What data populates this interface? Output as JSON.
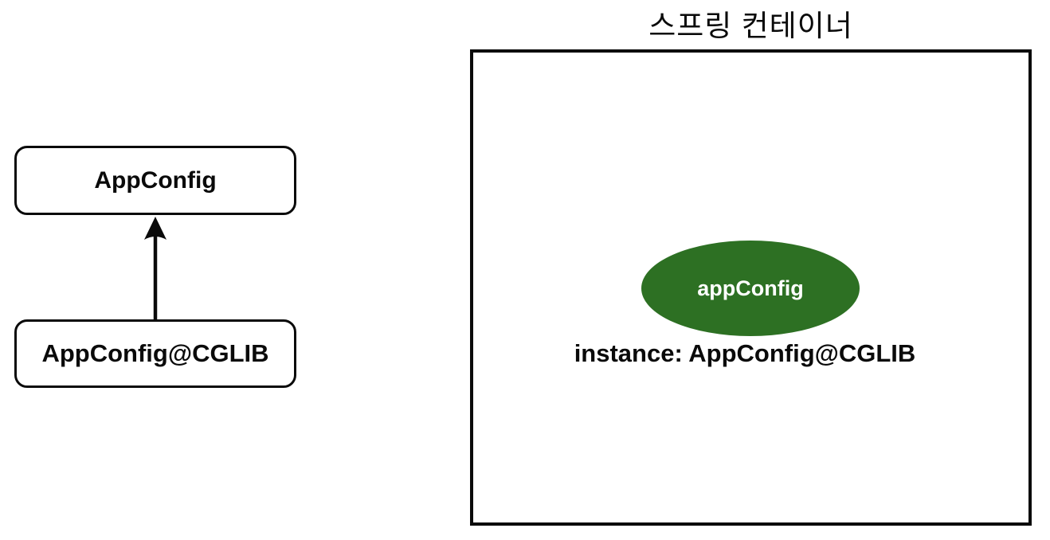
{
  "diagram": {
    "left_hierarchy": {
      "parent_class_label": "AppConfig",
      "child_class_label": "AppConfig@CGLIB",
      "arrow_direction": "up",
      "arrow_meaning": "inheritance-from-child-to-parent"
    },
    "spring_container": {
      "title": "스프링 컨테이너",
      "bean": {
        "name": "appConfig",
        "instance_label": "instance: AppConfig@CGLIB"
      }
    },
    "colors": {
      "bean_fill": "#2d7023",
      "bean_text": "#ffffff",
      "line_and_border": "#0a0a0a",
      "background": "#ffffff"
    }
  }
}
